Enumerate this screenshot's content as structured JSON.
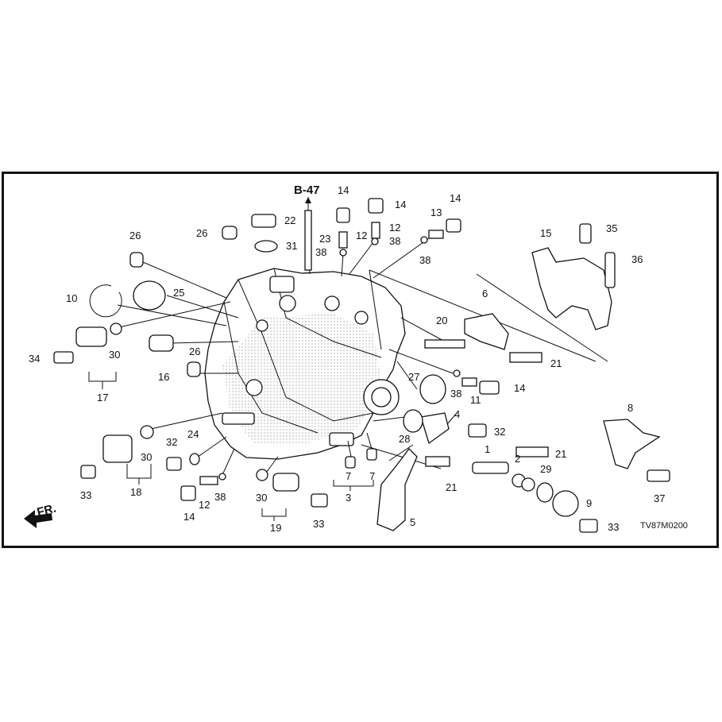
{
  "diagram": {
    "reference": "B-47",
    "drawing_code": "TV87M0200",
    "direction_label": "FR.",
    "callouts": {
      "c1": "1",
      "c2": "2",
      "c3": "3",
      "c4": "4",
      "c5": "5",
      "c6": "6",
      "c7a": "7",
      "c7b": "7",
      "c8": "8",
      "c9": "9",
      "c10": "10",
      "c11": "11",
      "c12a": "12",
      "c12b": "12",
      "c12c": "12",
      "c13": "13",
      "c14a": "14",
      "c14b": "14",
      "c14c": "14",
      "c14d": "14",
      "c14e": "14",
      "c15": "15",
      "c16": "16",
      "c17": "17",
      "c18": "18",
      "c19": "19",
      "c20": "20",
      "c21a": "21",
      "c21b": "21",
      "c21c": "21",
      "c22": "22",
      "c23": "23",
      "c24": "24",
      "c25": "25",
      "c26a": "26",
      "c26b": "26",
      "c26c": "26",
      "c27": "27",
      "c28": "28",
      "c29": "29",
      "c30a": "30",
      "c30b": "30",
      "c30c": "30",
      "c31": "31",
      "c32a": "32",
      "c32b": "32",
      "c33a": "33",
      "c33b": "33",
      "c33c": "33",
      "c34": "34",
      "c35": "35",
      "c36": "36",
      "c37": "37",
      "c38a": "38",
      "c38b": "38",
      "c38c": "38",
      "c38d": "38",
      "c38e": "38"
    }
  }
}
